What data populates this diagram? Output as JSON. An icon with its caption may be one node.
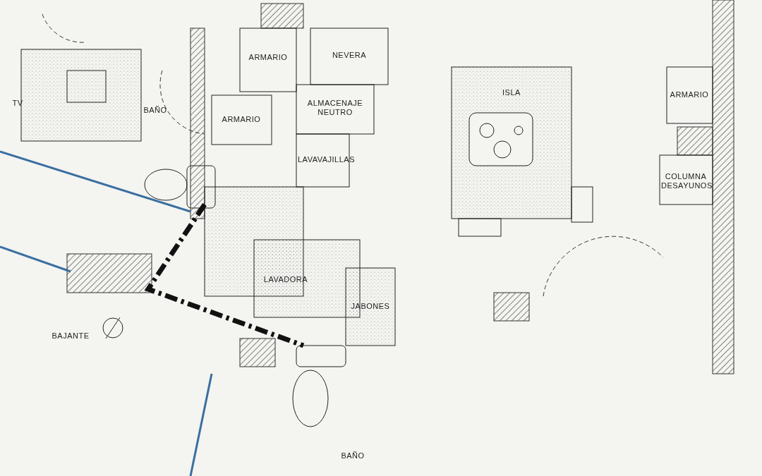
{
  "diagram": {
    "labels": [
      "TV",
      "BAÑO",
      "ARMARIO",
      "ARMARIO",
      "NEVERA",
      "ALMACENAJE NEUTRO",
      "LAVAVAJILLAS",
      "ISLA",
      "ARMARIO",
      "COLUMNA DESAYUNOS",
      "LAVADORA",
      "JABONES",
      "BAJANTE",
      "BAÑO"
    ]
  }
}
